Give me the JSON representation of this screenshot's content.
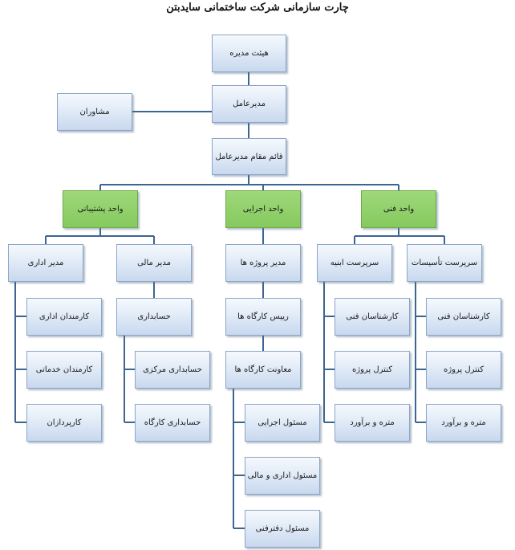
{
  "title": "چارت سازمانی شرکت ساختمانی سایدبتن",
  "nodes": {
    "board": "هیئت مدیره",
    "ceo": "مدیرعامل",
    "advisors": "مشاوران",
    "deputy": "قائم مقام مدیرعامل",
    "support": "واحد پشتیبانی",
    "exec": "واحد اجرایی",
    "tech": "واحد فنی",
    "admin_mgr": "مدیر اداری",
    "fin_mgr": "مدیر مالی",
    "proj_mgr": "مدیر پروژه ها",
    "build_sup": "سرپرست ابنیه",
    "inst_sup": "سرپرست تأسیسات",
    "admin_staff": "کارمندان اداری",
    "service_staff": "کارمندان خدماتی",
    "processors": "کارپردازان",
    "accounting": "حسابداری",
    "central_acc": "حسابداری مرکزی",
    "site_acc": "حسابداری کارگاه",
    "site_head": "رییس کارگاه ها",
    "site_deputy": "معاونت کارگاه ها",
    "exec_officer": "مسئول اجرایی",
    "admin_fin_officer": "مسئول اداری و مالی",
    "office_officer": "مسئول دفترفنی",
    "b_experts": "کارشناسان فنی",
    "b_control": "کنترل پروژه",
    "b_survey": "متره و برآورد",
    "i_experts": "کارشناسان فنی",
    "i_control": "کنترل پروژه",
    "i_survey": "متره و برآورد"
  },
  "colors": {
    "line": "#3d6590",
    "box_border": "#8aa6c8",
    "unit_fill": "#86c95e"
  }
}
